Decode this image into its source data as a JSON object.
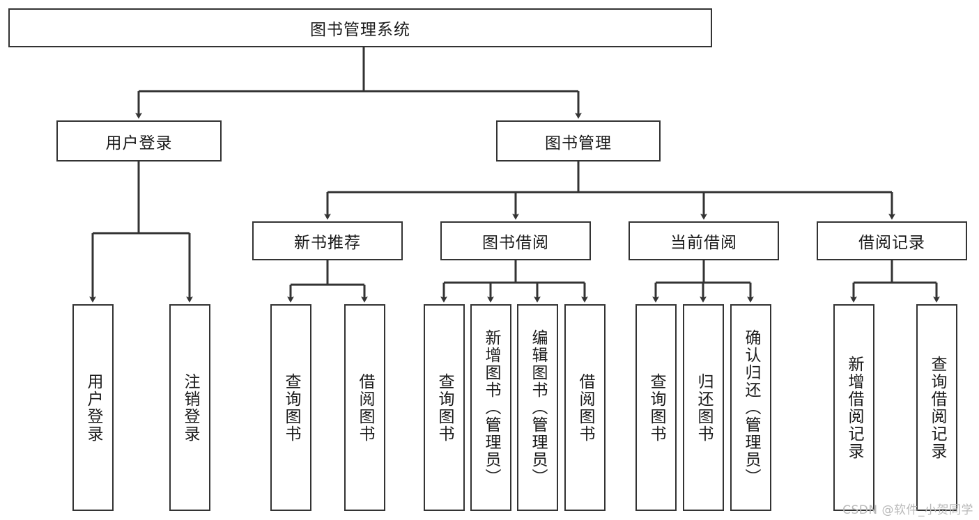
{
  "diagram": {
    "title_node": {
      "label": "图书管理系统"
    },
    "level1": [
      {
        "id": "user-login",
        "label": "用户登录"
      },
      {
        "id": "book-manage",
        "label": "图书管理"
      }
    ],
    "level2": [
      {
        "id": "new-book-recommend",
        "label": "新书推荐"
      },
      {
        "id": "book-borrow",
        "label": "图书借阅"
      },
      {
        "id": "current-borrow",
        "label": "当前借阅"
      },
      {
        "id": "borrow-record",
        "label": "借阅记录"
      }
    ],
    "leaves": {
      "user_login": [
        {
          "id": "leaf-user-login",
          "label": "用户登录"
        },
        {
          "id": "leaf-logout-login",
          "label": "注销登录"
        }
      ],
      "new_book_recommend": [
        {
          "id": "leaf-query-book-1",
          "label": "查询图书"
        },
        {
          "id": "leaf-borrow-book-1",
          "label": "借阅图书"
        }
      ],
      "book_borrow": [
        {
          "id": "leaf-query-book-2",
          "label": "查询图书"
        },
        {
          "id": "leaf-add-book",
          "label": "新增图书（管理员）"
        },
        {
          "id": "leaf-edit-book",
          "label": "编辑图书（管理员）"
        },
        {
          "id": "leaf-borrow-book-2",
          "label": "借阅图书"
        }
      ],
      "current_borrow": [
        {
          "id": "leaf-query-book-3",
          "label": "查询图书"
        },
        {
          "id": "leaf-return-book",
          "label": "归还图书"
        },
        {
          "id": "leaf-confirm-return",
          "label": "确认归还（管理员）"
        }
      ],
      "borrow_record": [
        {
          "id": "leaf-add-record",
          "label": "新增借阅记录"
        },
        {
          "id": "leaf-query-record",
          "label": "查询借阅记录"
        }
      ]
    }
  },
  "watermark": {
    "text": "CSDN @软件_小贺同学"
  },
  "colors": {
    "stroke": "#333333",
    "fill": "#ffffff",
    "text": "#1a1a1a",
    "watermark": "#b9b9b9"
  }
}
